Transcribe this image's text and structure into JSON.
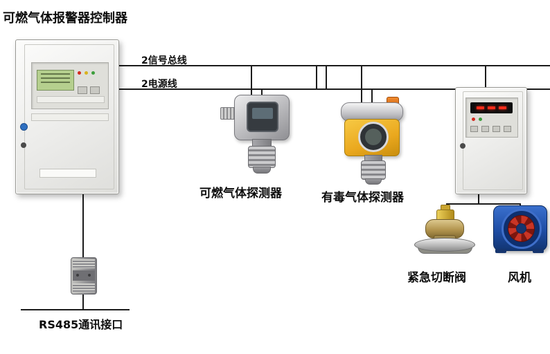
{
  "title": "可燃气体报警器控制器",
  "wires": {
    "signal_bus_label": "2信号总线",
    "power_line_label": "2电源线"
  },
  "devices": {
    "combustible_detector_label": "可燃气体探测器",
    "toxic_detector_label": "有毒气体探测器",
    "valve_label": "紧急切断阀",
    "fan_label": "风机",
    "rs485_label": "RS485通讯接口"
  },
  "colors": {
    "wire": "#1b1b1b",
    "cabinet_body": "#ececea",
    "lcd_green": "#b5cf8e",
    "detector_yellow": "#eaa81e",
    "fan_blue": "#1e4da5",
    "impeller_red": "#c93525",
    "valve_brass": "#b3954f",
    "led_red": "#ff2d1a"
  }
}
